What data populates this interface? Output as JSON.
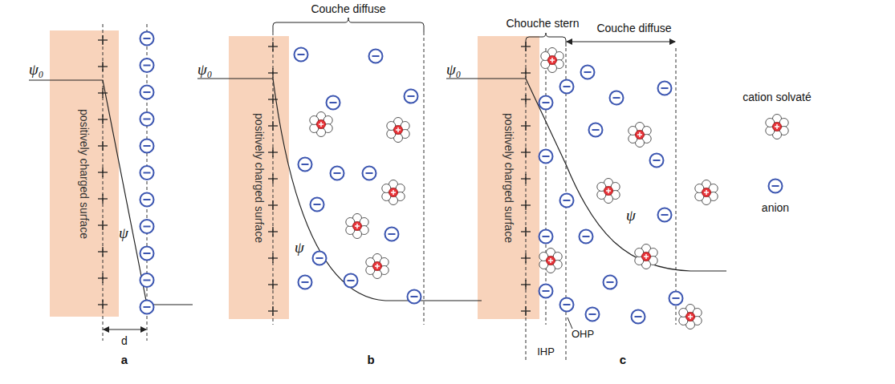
{
  "diagram": {
    "nodes": [
      {
        "text": [
          "positively charged surface"
        ]
      },
      {
        "text": [
          "positively charged surface"
        ]
      },
      {
        "text": [
          "positively charged surface"
        ]
      }
    ],
    "labels": [
      "ψ₀",
      "ψ",
      "d",
      "a",
      "Couche diffuse",
      "ψ₀",
      "ψ",
      "b",
      "Chouche stern",
      "Couche diffuse",
      "ψ₀",
      "ψ",
      "IHP",
      "OHP",
      "c"
    ],
    "legend": [
      {
        "text": "cation solvaté"
      },
      {
        "text": "anion"
      }
    ]
  }
}
